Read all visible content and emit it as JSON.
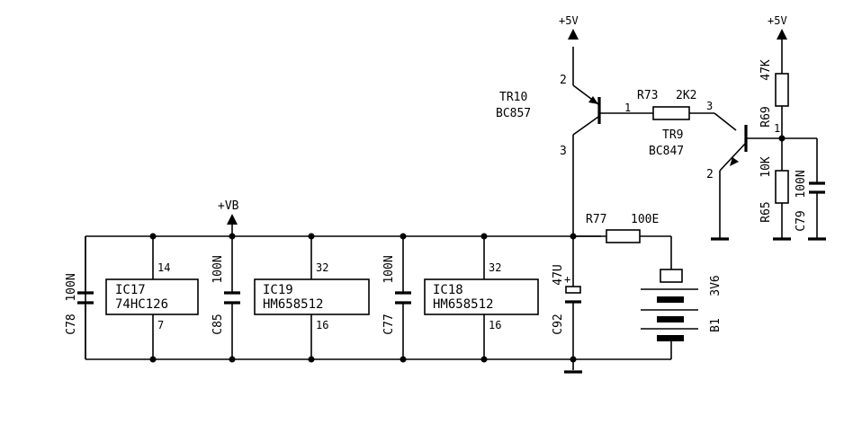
{
  "supply": {
    "vb": "+VB",
    "vcc_left": "+5V",
    "vcc_right": "+5V"
  },
  "ics": [
    {
      "ref": "IC17",
      "value": "74HC126",
      "pin_top": "14",
      "pin_bottom": "7"
    },
    {
      "ref": "IC19",
      "value": "HM658512",
      "pin_top": "32",
      "pin_bottom": "16"
    },
    {
      "ref": "IC18",
      "value": "HM658512",
      "pin_top": "32",
      "pin_bottom": "16"
    }
  ],
  "capacitors": {
    "c78": {
      "ref": "C78",
      "value": "100N"
    },
    "c85": {
      "ref": "C85",
      "value": "100N"
    },
    "c77": {
      "ref": "C77",
      "value": "100N"
    },
    "c92": {
      "ref": "C92",
      "value": "47U",
      "polarity": "+"
    },
    "c79": {
      "ref": "C79",
      "value": "100N"
    }
  },
  "resistors": {
    "r77": {
      "ref": "R77",
      "value": "100E"
    },
    "r73": {
      "ref": "R73",
      "value": "2K2"
    },
    "r69": {
      "ref": "R69",
      "value": "47K"
    },
    "r65": {
      "ref": "R65",
      "value": "10K"
    }
  },
  "transistors": {
    "tr10": {
      "ref": "TR10",
      "type": "BC857",
      "pin_emitter": "2",
      "pin_collector": "3"
    },
    "tr9": {
      "ref": "TR9",
      "type": "BC847",
      "pin_base": "1",
      "pin_emitter": "2",
      "pin_r73_left": "1",
      "pin_r73_right": "3"
    }
  },
  "battery": {
    "ref": "B1",
    "value": "3V6"
  }
}
